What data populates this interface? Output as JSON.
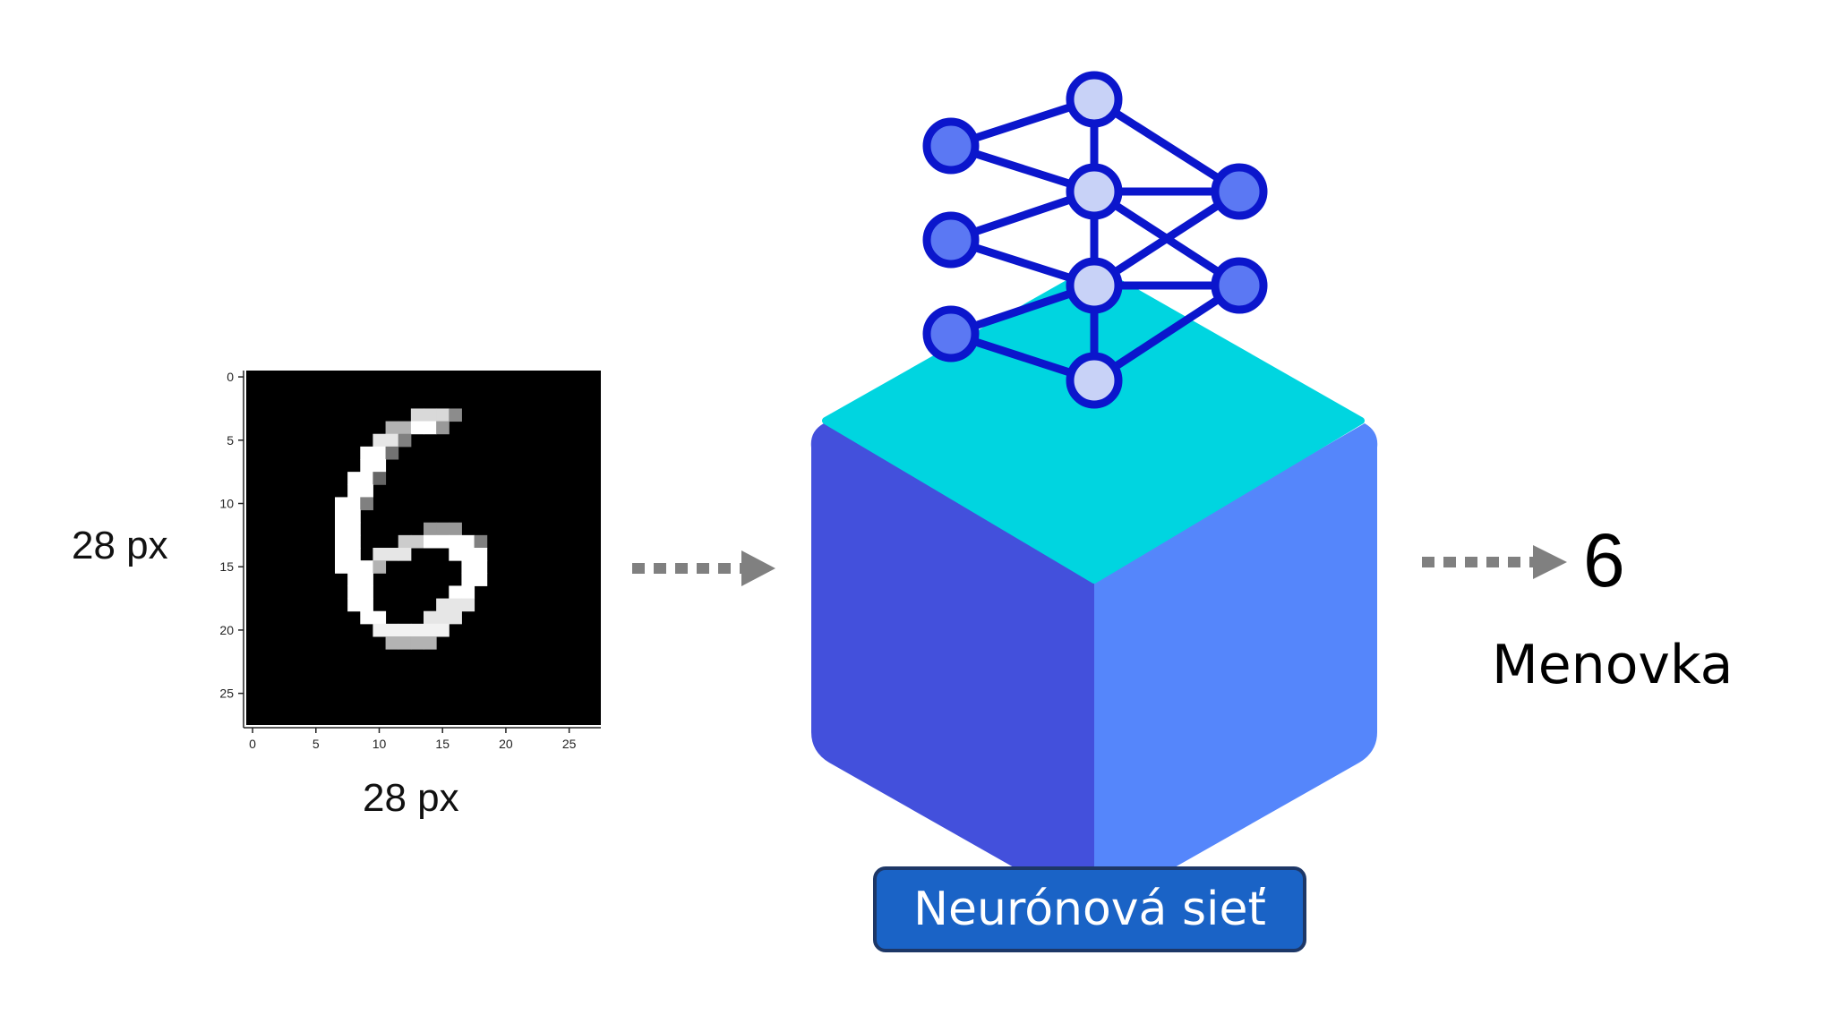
{
  "input_image": {
    "width_label": "28 px",
    "height_label": "28 px",
    "x_ticks": [
      "0",
      "5",
      "10",
      "15",
      "20",
      "25"
    ],
    "y_ticks": [
      "0",
      "5",
      "10",
      "15",
      "20",
      "25"
    ]
  },
  "model": {
    "badge_label": "Neurónová sieť",
    "cube_colors": {
      "top": "#00d5e0",
      "left": "#4350dc",
      "right": "#5586fb"
    },
    "network_colors": {
      "stroke": "#0b16cc",
      "hidden_fill": "#c8d2f7",
      "io_fill": "#5b78f3"
    }
  },
  "output": {
    "digit": "6",
    "label": "Menovka"
  },
  "arrow_color": "#808080"
}
